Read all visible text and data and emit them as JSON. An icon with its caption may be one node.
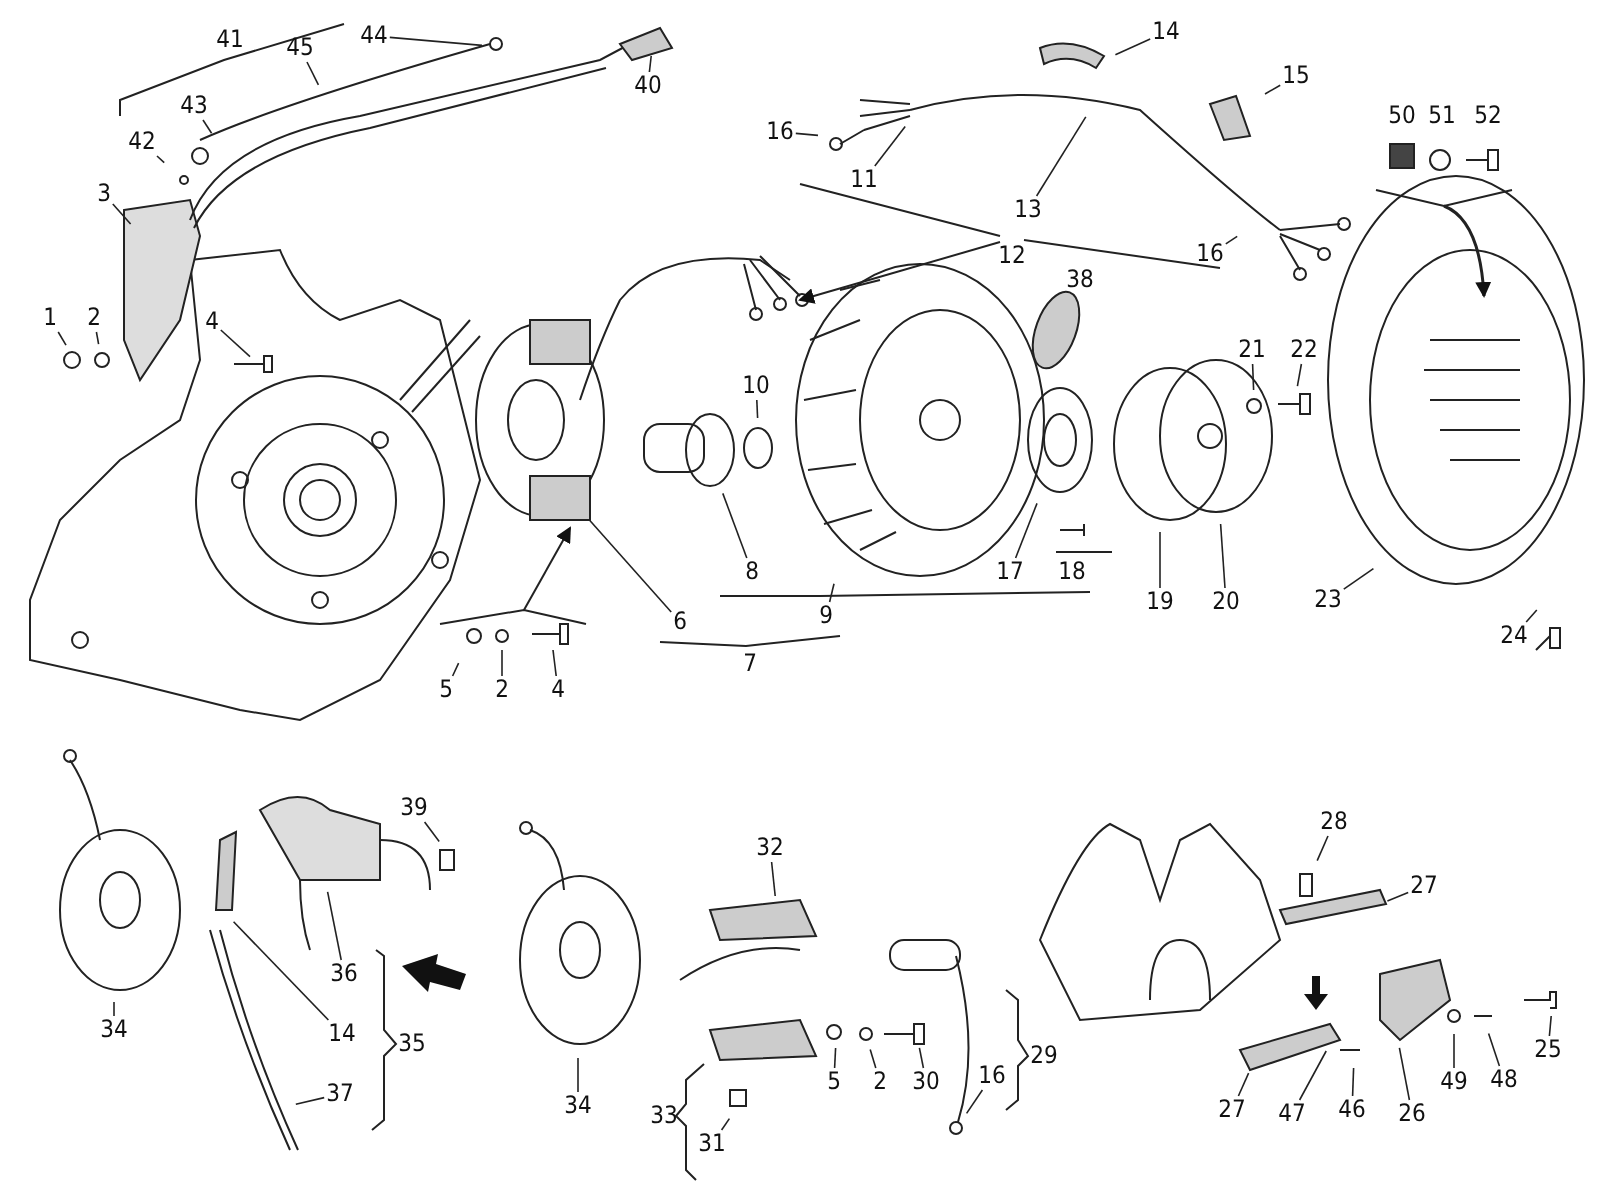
{
  "diagram": {
    "nodes": [
      {
        "text": [
          "41"
        ]
      },
      {
        "text": [
          "44"
        ]
      },
      {
        "text": [
          "45"
        ]
      },
      {
        "text": [
          "40"
        ]
      },
      {
        "text": [
          "43"
        ]
      },
      {
        "text": [
          "42"
        ]
      },
      {
        "text": [
          "3"
        ]
      },
      {
        "text": [
          "1"
        ]
      },
      {
        "text": [
          "2"
        ]
      },
      {
        "text": [
          "4"
        ]
      },
      {
        "text": [
          "14"
        ]
      },
      {
        "text": [
          "15"
        ]
      },
      {
        "text": [
          "50"
        ]
      },
      {
        "text": [
          "51"
        ]
      },
      {
        "text": [
          "52"
        ]
      },
      {
        "text": [
          "16"
        ]
      },
      {
        "text": [
          "11"
        ]
      },
      {
        "text": [
          "13"
        ]
      },
      {
        "text": [
          "12"
        ]
      },
      {
        "text": [
          "16"
        ]
      },
      {
        "text": [
          "38"
        ]
      },
      {
        "text": [
          "10"
        ]
      },
      {
        "text": [
          "21"
        ]
      },
      {
        "text": [
          "22"
        ]
      },
      {
        "text": [
          "6"
        ]
      },
      {
        "text": [
          "8"
        ]
      },
      {
        "text": [
          "9"
        ]
      },
      {
        "text": [
          "17"
        ]
      },
      {
        "text": [
          "18"
        ]
      },
      {
        "text": [
          "19"
        ]
      },
      {
        "text": [
          "20"
        ]
      },
      {
        "text": [
          "23"
        ]
      },
      {
        "text": [
          "24"
        ]
      },
      {
        "text": [
          "7"
        ]
      },
      {
        "text": [
          "5"
        ]
      },
      {
        "text": [
          "2"
        ]
      },
      {
        "text": [
          "4"
        ]
      },
      {
        "text": [
          "39"
        ]
      },
      {
        "text": [
          "32"
        ]
      },
      {
        "text": [
          "28"
        ]
      },
      {
        "text": [
          "27"
        ]
      },
      {
        "text": [
          "34"
        ]
      },
      {
        "text": [
          "36"
        ]
      },
      {
        "text": [
          "14"
        ]
      },
      {
        "text": [
          "35"
        ]
      },
      {
        "text": [
          "29"
        ]
      },
      {
        "text": [
          "16"
        ]
      },
      {
        "text": [
          "30"
        ]
      },
      {
        "text": [
          "5"
        ]
      },
      {
        "text": [
          "2"
        ]
      },
      {
        "text": [
          "34"
        ]
      },
      {
        "text": [
          "37"
        ]
      },
      {
        "text": [
          "33"
        ]
      },
      {
        "text": [
          "31"
        ]
      },
      {
        "text": [
          "27"
        ]
      },
      {
        "text": [
          "47"
        ]
      },
      {
        "text": [
          "46"
        ]
      },
      {
        "text": [
          "26"
        ]
      },
      {
        "text": [
          "49"
        ]
      },
      {
        "text": [
          "48"
        ]
      },
      {
        "text": [
          "25"
        ]
      }
    ],
    "edges": [
      {
        "from": 1,
        "to": null,
        "arrow": "none"
      },
      {
        "from": 2,
        "to": null,
        "arrow": "none"
      },
      {
        "from": 3,
        "to": null,
        "arrow": "none"
      },
      {
        "from": 4,
        "to": null,
        "arrow": "none"
      },
      {
        "from": 5,
        "to": null,
        "arrow": "none"
      },
      {
        "from": 6,
        "to": null,
        "arrow": "none"
      },
      {
        "from": 7,
        "to": null,
        "arrow": "none"
      },
      {
        "from": 8,
        "to": null,
        "arrow": "none"
      },
      {
        "from": 9,
        "to": null,
        "arrow": "none"
      },
      {
        "from": 10,
        "to": null,
        "arrow": "none"
      },
      {
        "from": 11,
        "to": null,
        "arrow": "none"
      },
      {
        "from": 15,
        "to": null,
        "arrow": "none"
      },
      {
        "from": 16,
        "to": null,
        "arrow": "none"
      },
      {
        "from": 17,
        "to": null,
        "arrow": "none"
      },
      {
        "from": 19,
        "to": null,
        "arrow": "none"
      },
      {
        "from": 21,
        "to": null,
        "arrow": "none"
      },
      {
        "from": 22,
        "to": null,
        "arrow": "none"
      },
      {
        "from": 23,
        "to": null,
        "arrow": "none"
      },
      {
        "from": 24,
        "to": null,
        "arrow": "none"
      },
      {
        "from": 25,
        "to": null,
        "arrow": "none"
      },
      {
        "from": 26,
        "to": null,
        "arrow": "none"
      },
      {
        "from": 27,
        "to": null,
        "arrow": "none"
      },
      {
        "from": 29,
        "to": null,
        "arrow": "none"
      },
      {
        "from": 30,
        "to": null,
        "arrow": "none"
      },
      {
        "from": 31,
        "to": null,
        "arrow": "none"
      },
      {
        "from": 32,
        "to": null,
        "arrow": "none"
      },
      {
        "from": 34,
        "to": null,
        "arrow": "none"
      },
      {
        "from": 35,
        "to": null,
        "arrow": "none"
      },
      {
        "from": 36,
        "to": null,
        "arrow": "none"
      },
      {
        "from": 37,
        "to": null,
        "arrow": "none"
      },
      {
        "from": 38,
        "to": null,
        "arrow": "none"
      },
      {
        "from": 39,
        "to": null,
        "arrow": "none"
      },
      {
        "from": 40,
        "to": null,
        "arrow": "none"
      },
      {
        "from": 41,
        "to": null,
        "arrow": "none"
      },
      {
        "from": 42,
        "to": null,
        "arrow": "none"
      },
      {
        "from": 43,
        "to": null,
        "arrow": "none"
      },
      {
        "from": 46,
        "to": null,
        "arrow": "none"
      },
      {
        "from": 47,
        "to": null,
        "arrow": "none"
      },
      {
        "from": 48,
        "to": null,
        "arrow": "none"
      },
      {
        "from": 49,
        "to": null,
        "arrow": "none"
      },
      {
        "from": 50,
        "to": null,
        "arrow": "none"
      },
      {
        "from": 51,
        "to": null,
        "arrow": "none"
      },
      {
        "from": 53,
        "to": null,
        "arrow": "none"
      },
      {
        "from": 54,
        "to": null,
        "arrow": "none"
      },
      {
        "from": 55,
        "to": null,
        "arrow": "none"
      },
      {
        "from": 56,
        "to": null,
        "arrow": "none"
      },
      {
        "from": 57,
        "to": null,
        "arrow": "none"
      },
      {
        "from": 58,
        "to": null,
        "arrow": "none"
      },
      {
        "from": 59,
        "to": null,
        "arrow": "none"
      },
      {
        "from": 60,
        "to": null,
        "arrow": "none"
      }
    ]
  }
}
